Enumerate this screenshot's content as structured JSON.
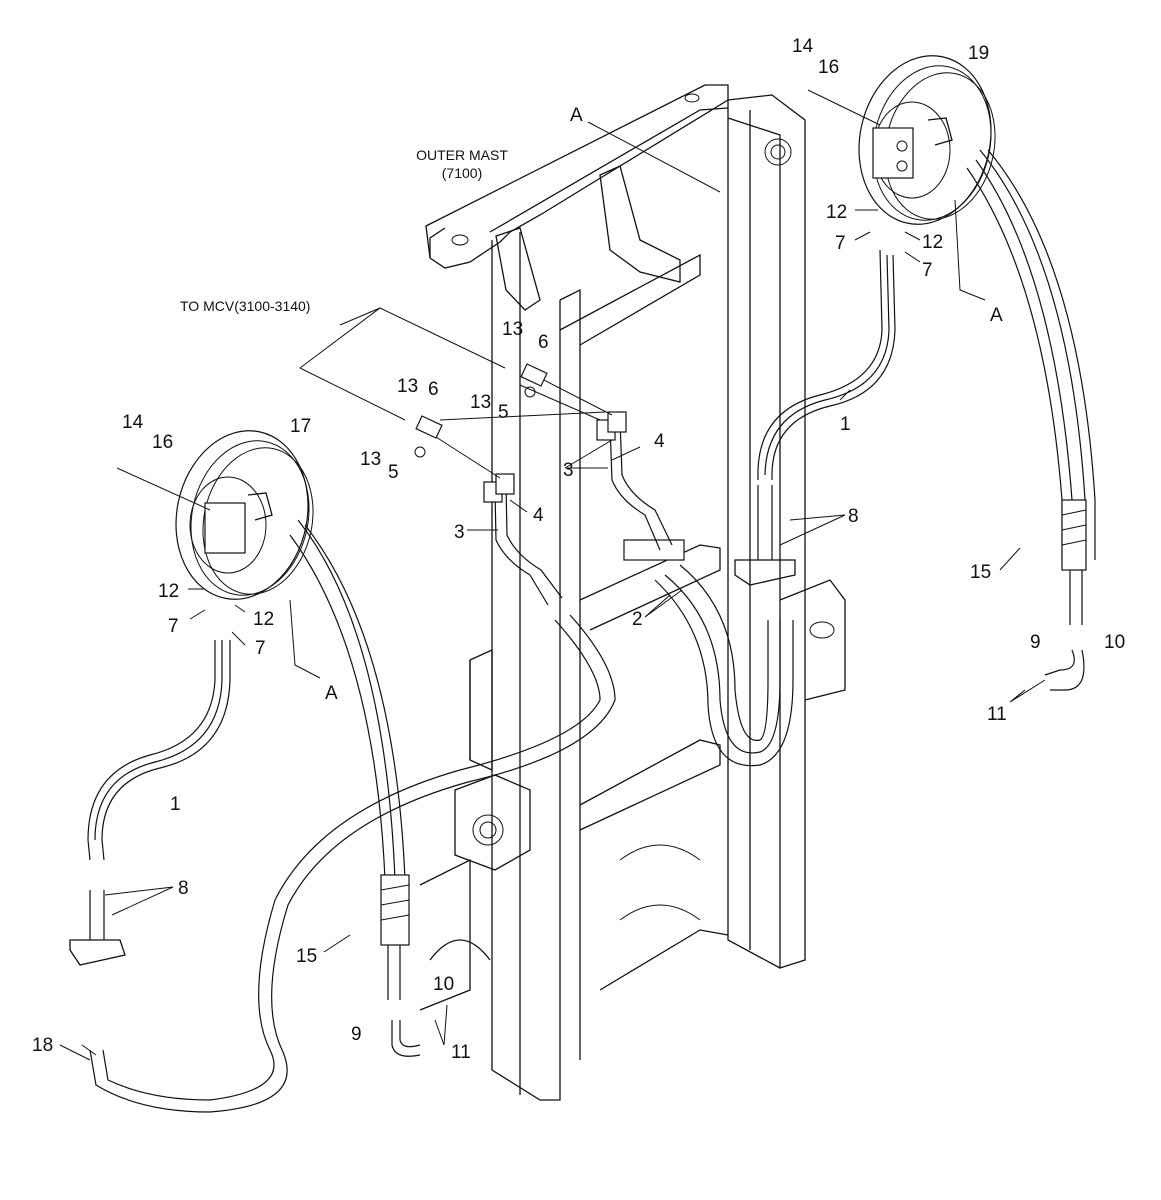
{
  "captions": {
    "outer_mast": "OUTER MAST",
    "outer_mast_code": "(7100)",
    "to_mcv": "TO MCV(3100-3140)"
  },
  "labels": {
    "view_a_top": "A",
    "view_a_right": "A",
    "view_a_left": "A",
    "p14_right": "14",
    "p16_right": "16",
    "p19": "19",
    "p12_right_a": "12",
    "p12_right_b": "12",
    "p7_right_a": "7",
    "p7_right_b": "7",
    "p1_right": "1",
    "p8_right": "8",
    "p15_right": "15",
    "p9_right": "9",
    "p10_right": "10",
    "p11_right": "11",
    "p13_a": "13",
    "p6_a": "6",
    "p13_b": "13",
    "p5_a": "5",
    "p13_c": "13",
    "p6_b": "6",
    "p13_d": "13",
    "p5_b": "5",
    "p3_a": "3",
    "p4_a": "4",
    "p3_b": "3",
    "p4_b": "4",
    "p2": "2",
    "p14_left": "14",
    "p16_left": "16",
    "p17": "17",
    "p12_left_a": "12",
    "p12_left_b": "12",
    "p7_left_a": "7",
    "p7_left_b": "7",
    "p1_left": "1",
    "p8_left": "8",
    "p15_left": "15",
    "p10_left": "10",
    "p9_left": "9",
    "p11_left": "11",
    "p18": "18"
  }
}
